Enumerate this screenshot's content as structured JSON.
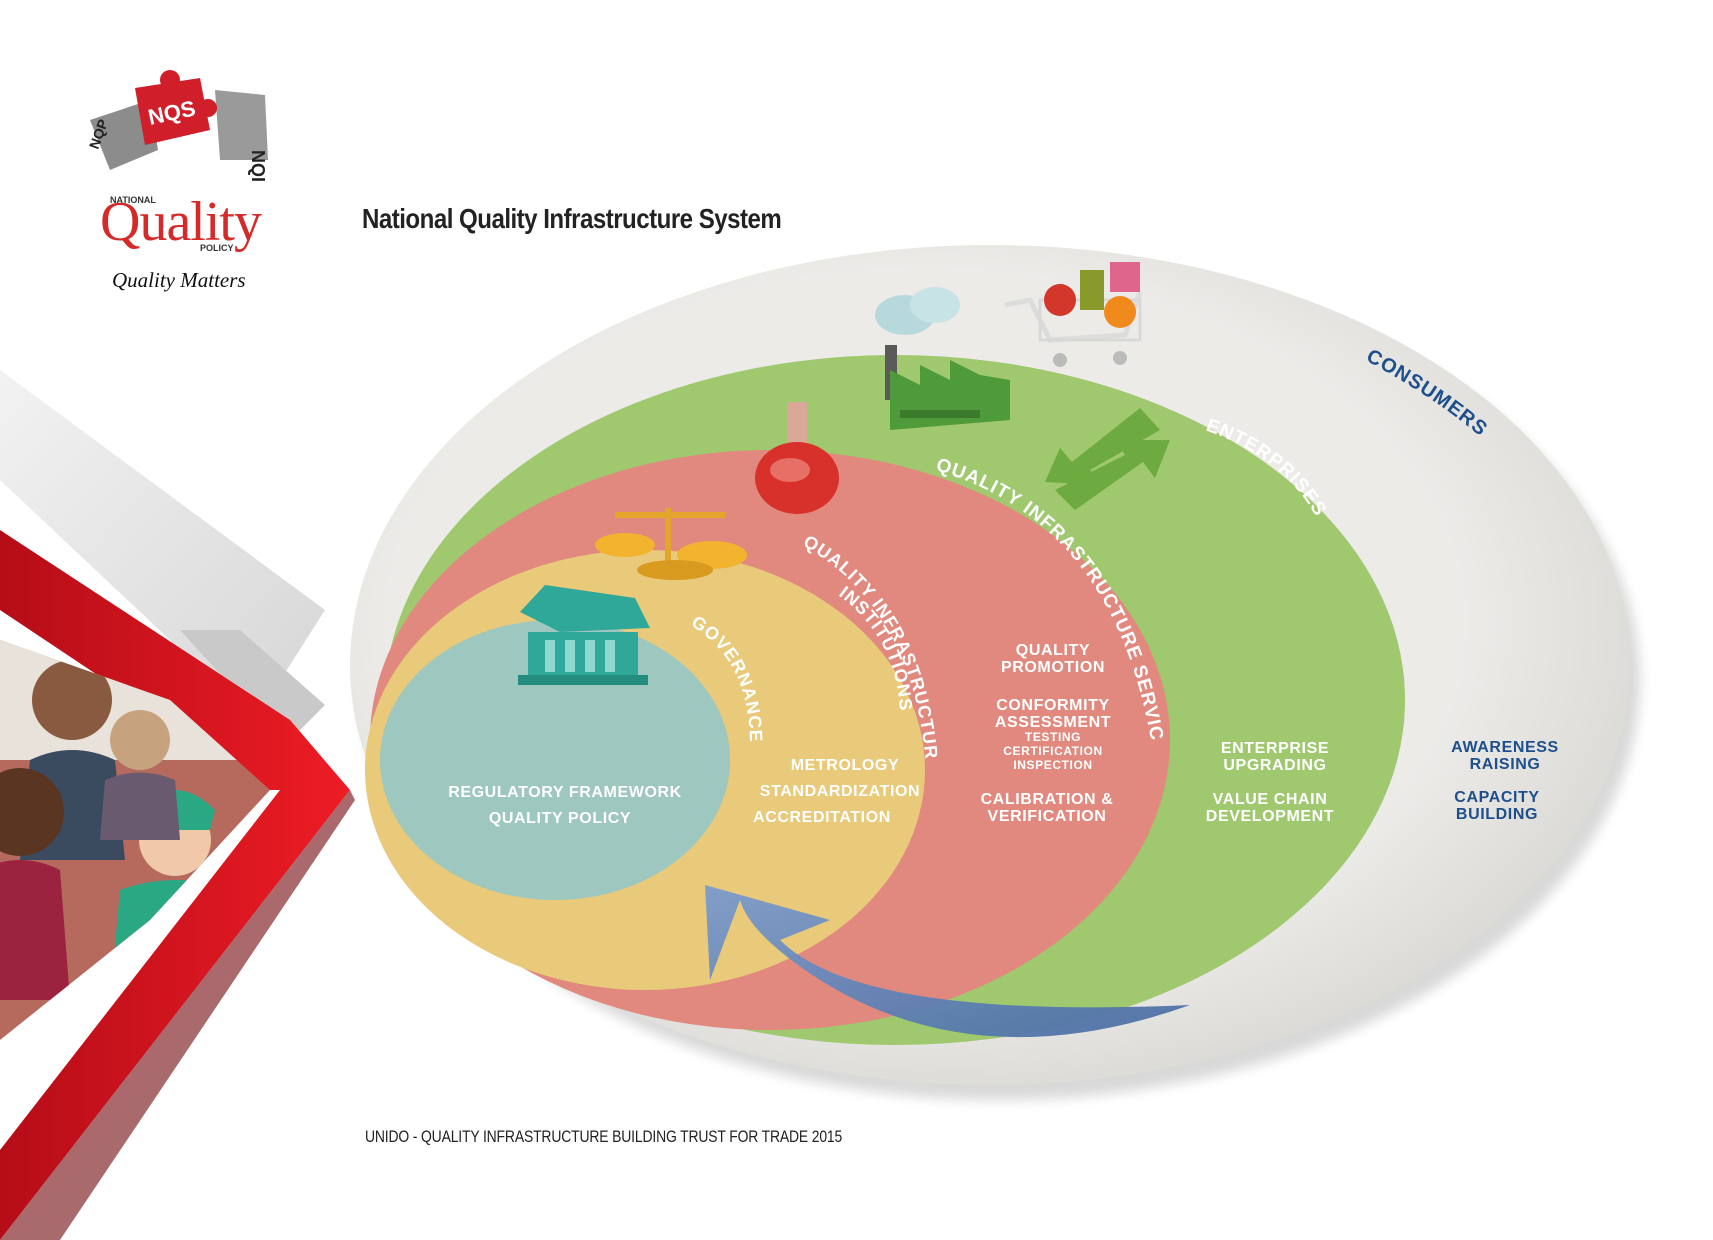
{
  "title": "National Quality Infrastructure System",
  "footer": "UNIDO - QUALITY INFRASTRUCTURE BUILDING TRUST FOR TRADE 2015",
  "logo": {
    "puzzle_left": "NQP",
    "puzzle_center": "NQS",
    "puzzle_right": "NQI",
    "national": "NATIONAL",
    "quality": "Quality",
    "policy": "POLICY",
    "tagline": "Quality Matters"
  },
  "colors": {
    "consumers": "#e7e6e3",
    "enterprises": "#9fc86f",
    "services": "#e1897e",
    "institutions": "#e9c97a",
    "governance": "#9ec7bf",
    "consumer_text": "#1e4f8c",
    "arrow_blue": "#6f8fbf",
    "brand_red": "#d42a2a"
  },
  "layers": {
    "consumers": {
      "name": "CONSUMERS",
      "items": [
        "AWARENESS",
        "RAISING",
        "CAPACITY",
        "BUILDING"
      ]
    },
    "enterprises": {
      "name": "ENTERPRISES",
      "items": [
        "ENTERPRISE",
        "UPGRADING",
        "VALUE CHAIN",
        "DEVELOPMENT"
      ]
    },
    "services": {
      "name": "QUALITY INFRASTRUCTURE SERVICES",
      "items": [
        "QUALITY",
        "PROMOTION",
        "CONFORMITY",
        "ASSESSMENT"
      ],
      "subitems": [
        "TESTING",
        "CERTIFICATION",
        "INSPECTION"
      ],
      "items2": [
        "CALIBRATION &",
        "VERIFICATION"
      ]
    },
    "institutions": {
      "name_line1": "QUALITY INFRASTRUCTURE",
      "name_line2": "INSTITUTIONS",
      "items": [
        "METROLOGY",
        "STANDARDIZATION",
        "ACCREDITATION"
      ]
    },
    "governance": {
      "name": "GOVERNANCE",
      "items": [
        "REGULATORY FRAMEWORK",
        "QUALITY POLICY"
      ]
    }
  }
}
